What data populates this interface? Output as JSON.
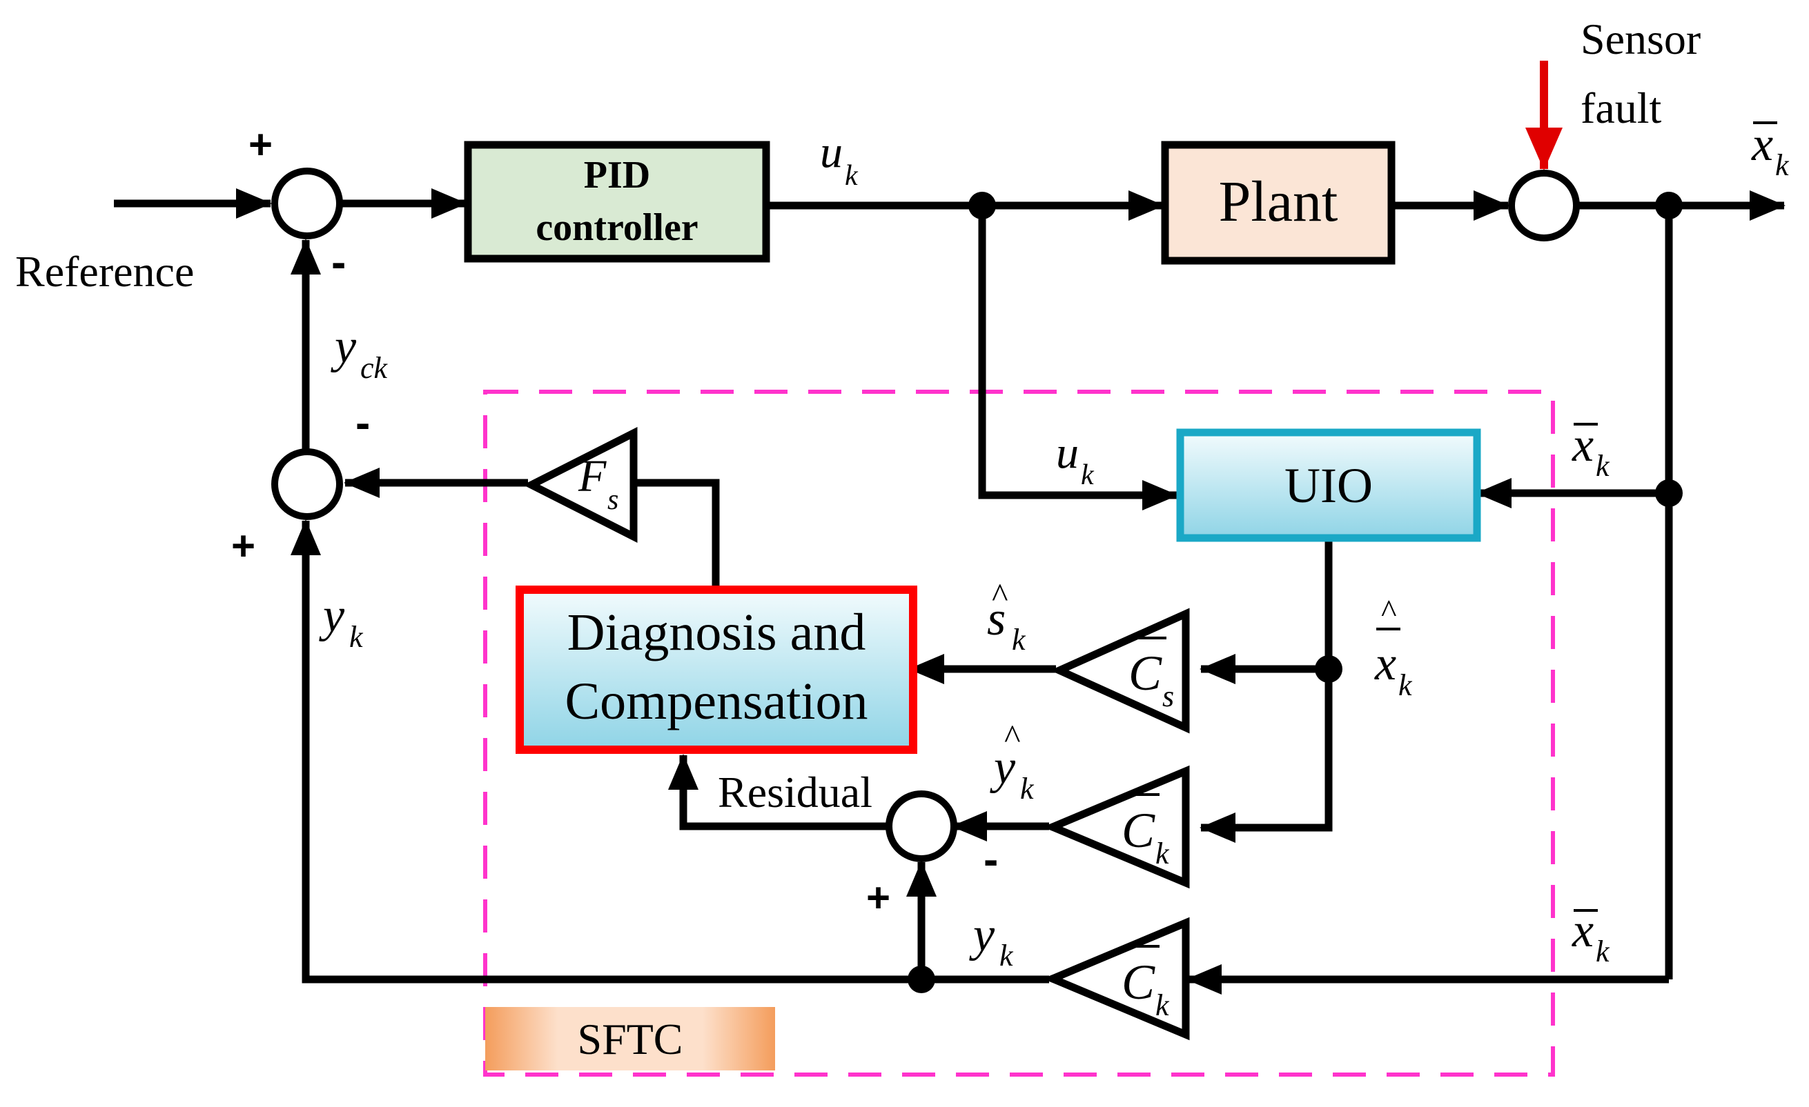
{
  "colors": {
    "line": "#000000",
    "pid_fill": "#d9ead3",
    "plant_fill": "#fbe5d6",
    "uio_border": "#1aa8c6",
    "dc_border": "#ff0000",
    "sftc_border": "#ff33cc",
    "fault_arrow": "#e00000"
  },
  "labels": {
    "reference": "Reference",
    "sensor": "Sensor",
    "fault": "fault",
    "residual": "Residual",
    "sftc": "SFTC"
  },
  "blocks": {
    "pid_line1": "PID",
    "pid_line2": "controller",
    "plant": "Plant",
    "uio": "UIO",
    "dc_line1": "Diagnosis and",
    "dc_line2": "Compensation"
  },
  "gains": {
    "fs": "F",
    "fs_sub": "s",
    "cs": "C",
    "cs_sub": "s",
    "ck": "C",
    "ck_sub": "k"
  },
  "signals": {
    "u_main": "u",
    "u_uio": "u",
    "u_sub": "k",
    "y": "y",
    "y_ck_sub": "ck",
    "y_sub": "k",
    "x": "x",
    "x_sub": "k",
    "s": "s",
    "s_sub": "k"
  },
  "signs": {
    "plus": "+",
    "minus": "-"
  }
}
